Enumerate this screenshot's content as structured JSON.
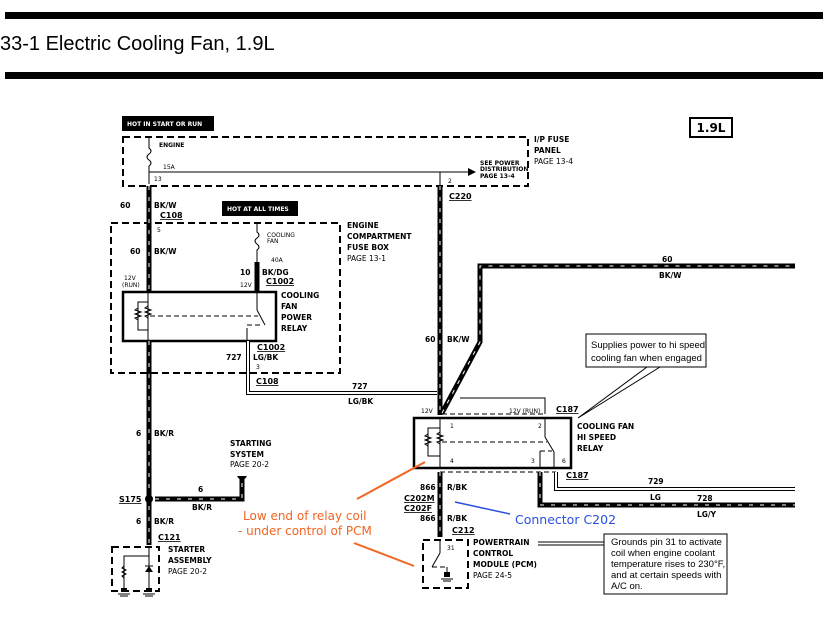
{
  "header": {
    "title": "33-1 Electric Cooling Fan, 1.9L"
  },
  "engine_badge": "1.9L",
  "badges": {
    "hot_start_run": "HOT IN START OR RUN",
    "hot_all_times": "HOT AT ALL TIMES"
  },
  "ip_fuse_panel": {
    "name_line1": "I/P FUSE",
    "name_line2": "PANEL",
    "page": "PAGE 13-4",
    "fuse_label": "ENGINE",
    "fuse_rating": "15A",
    "pin_left": "13",
    "pin_right": "2",
    "see_line1": "SEE POWER",
    "see_line2": "DISTRIBUTION",
    "see_line3": "PAGE 13-4"
  },
  "engine_fuse_box": {
    "name_line1": "ENGINE",
    "name_line2": "COMPARTMENT",
    "name_line3": "FUSE BOX",
    "page": "PAGE 13-1",
    "fuse_label_line1": "COOLING",
    "fuse_label_line2": "FAN",
    "fuse_rating": "40A",
    "pin_top": "5",
    "pin_out": "3"
  },
  "power_relay": {
    "line1": "COOLING",
    "line2": "FAN",
    "line3": "POWER",
    "line4": "RELAY",
    "v12_run": "12V",
    "run": "(RUN)",
    "v12": "12V"
  },
  "hi_speed_relay": {
    "line1": "COOLING FAN",
    "line2": "HI SPEED",
    "line3": "RELAY",
    "pin1": "1",
    "pin2": "2",
    "pin3": "3",
    "pin4": "4",
    "pin6": "6",
    "v12": "12V",
    "v12_run": "12V (RUN)"
  },
  "pcm": {
    "line1": "POWERTRAIN",
    "line2": "CONTROL",
    "line3": "MODULE (PCM)",
    "page": "PAGE 24-5",
    "pin": "31"
  },
  "starting_system": {
    "line1": "STARTING",
    "line2": "SYSTEM",
    "page": "PAGE 20-2"
  },
  "starter_assembly": {
    "line1": "STARTER",
    "line2": "ASSEMBLY",
    "page": "PAGE 20-2"
  },
  "connectors": {
    "c108_top": "C108",
    "c220": "C220",
    "c1002_top": "C1002",
    "c1002_bot": "C1002",
    "c108_bot": "C108",
    "c187_top": "C187",
    "c187_bot": "C187",
    "c202m": "C202M",
    "c202f": "C202F",
    "c212": "C212",
    "s175": "S175",
    "c121": "C121"
  },
  "wires": {
    "w60_bkw_top": {
      "circuit": "60",
      "color": "BK/W"
    },
    "w60_bkw_mid": {
      "circuit": "60",
      "color": "BK/W"
    },
    "w10_bkdg": {
      "circuit": "10",
      "color": "BK/DG"
    },
    "w727_lgbk": {
      "circuit": "727",
      "color": "LG/BK"
    },
    "w727_h": {
      "circuit": "727",
      "color": "LG/BK"
    },
    "w60_vert": {
      "circuit": "60",
      "color": "BK/W"
    },
    "w60_right": {
      "circuit": "60",
      "color": "BK/W"
    },
    "w6_bkr_top": {
      "circuit": "6",
      "color": "BK/R"
    },
    "w6_h": {
      "circuit": "6",
      "color": "BK/R"
    },
    "w6_bkr_bot": {
      "circuit": "6",
      "color": "BK/R"
    },
    "w866_a": {
      "circuit": "866",
      "color": "R/BK"
    },
    "w866_b": {
      "circuit": "866",
      "color": "R/BK"
    },
    "w729": {
      "circuit": "729",
      "color": "LG"
    },
    "w728": {
      "circuit": "728",
      "color": "LG/Y"
    }
  },
  "notes": {
    "supplies_line1": "Supplies power to hi speed",
    "supplies_line2": "cooling fan when engaged",
    "grounds_line1": "Grounds pin 31 to activate",
    "grounds_line2": "coil when engine coolant",
    "grounds_line3": "temperature rises to 230°F,",
    "grounds_line4": "and at certain speeds with",
    "grounds_line5": "A/C on."
  },
  "annotations": {
    "low_end_line1": "Low end of relay coil",
    "low_end_line2": "- under control of PCM",
    "connector_c202": "Connector C202"
  },
  "colors": {
    "annotation_orange": "#f26522",
    "annotation_blue": "#2a4fe0"
  }
}
